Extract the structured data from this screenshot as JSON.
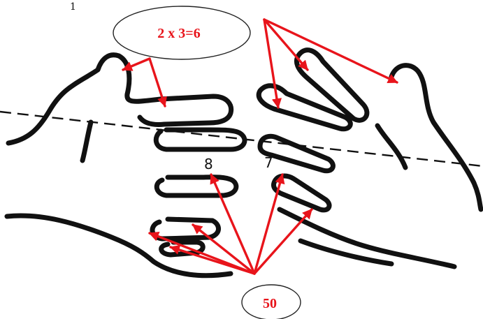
{
  "diagram": {
    "top_label": "2 x 3=6",
    "bottom_label": "50",
    "finger_digits": [
      "8",
      "7"
    ],
    "corner_mark": "1"
  },
  "colors": {
    "arrow": "#e8141b",
    "outline": "#111111",
    "ellipse_stroke": "#222222",
    "background": "#ffffff"
  }
}
